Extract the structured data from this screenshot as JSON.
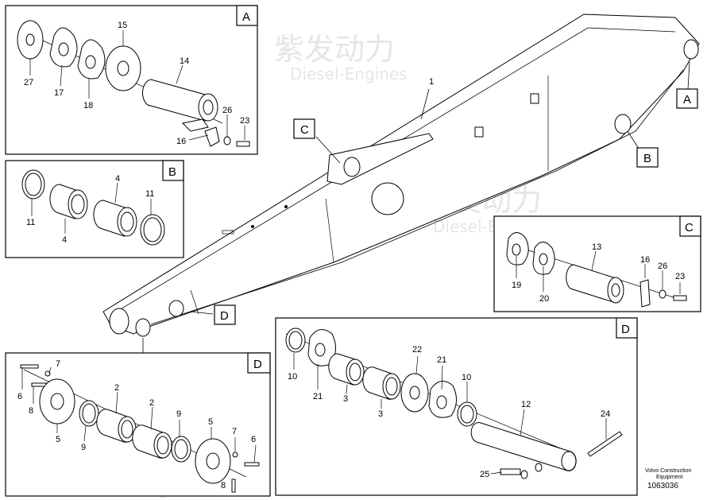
{
  "main_part": {
    "label": "1"
  },
  "callouts": {
    "A": "A",
    "B": "B",
    "C": "C",
    "D": "D"
  },
  "watermark": {
    "brand": "紫发动力",
    "sub": "Diesel-Engines"
  },
  "footer": {
    "line1": "Volvo Construction",
    "line2": "Equipment",
    "number": "1063036"
  },
  "panel_a": {
    "tag": "A",
    "labels": [
      "27",
      "17",
      "18",
      "15",
      "14",
      "26",
      "23",
      "16"
    ]
  },
  "panel_b": {
    "tag": "B",
    "labels": [
      "11",
      "4",
      "4",
      "11"
    ]
  },
  "panel_c": {
    "tag": "C",
    "labels": [
      "19",
      "20",
      "13",
      "16",
      "26",
      "23"
    ]
  },
  "panel_d_left": {
    "tag": "D",
    "labels": [
      "7",
      "6",
      "8",
      "5",
      "9",
      "2",
      "2",
      "9",
      "5",
      "7",
      "6",
      "8"
    ]
  },
  "panel_d_right": {
    "tag": "D",
    "labels": [
      "10",
      "21",
      "3",
      "3",
      "22",
      "21",
      "10",
      "12",
      "24",
      "25"
    ]
  }
}
